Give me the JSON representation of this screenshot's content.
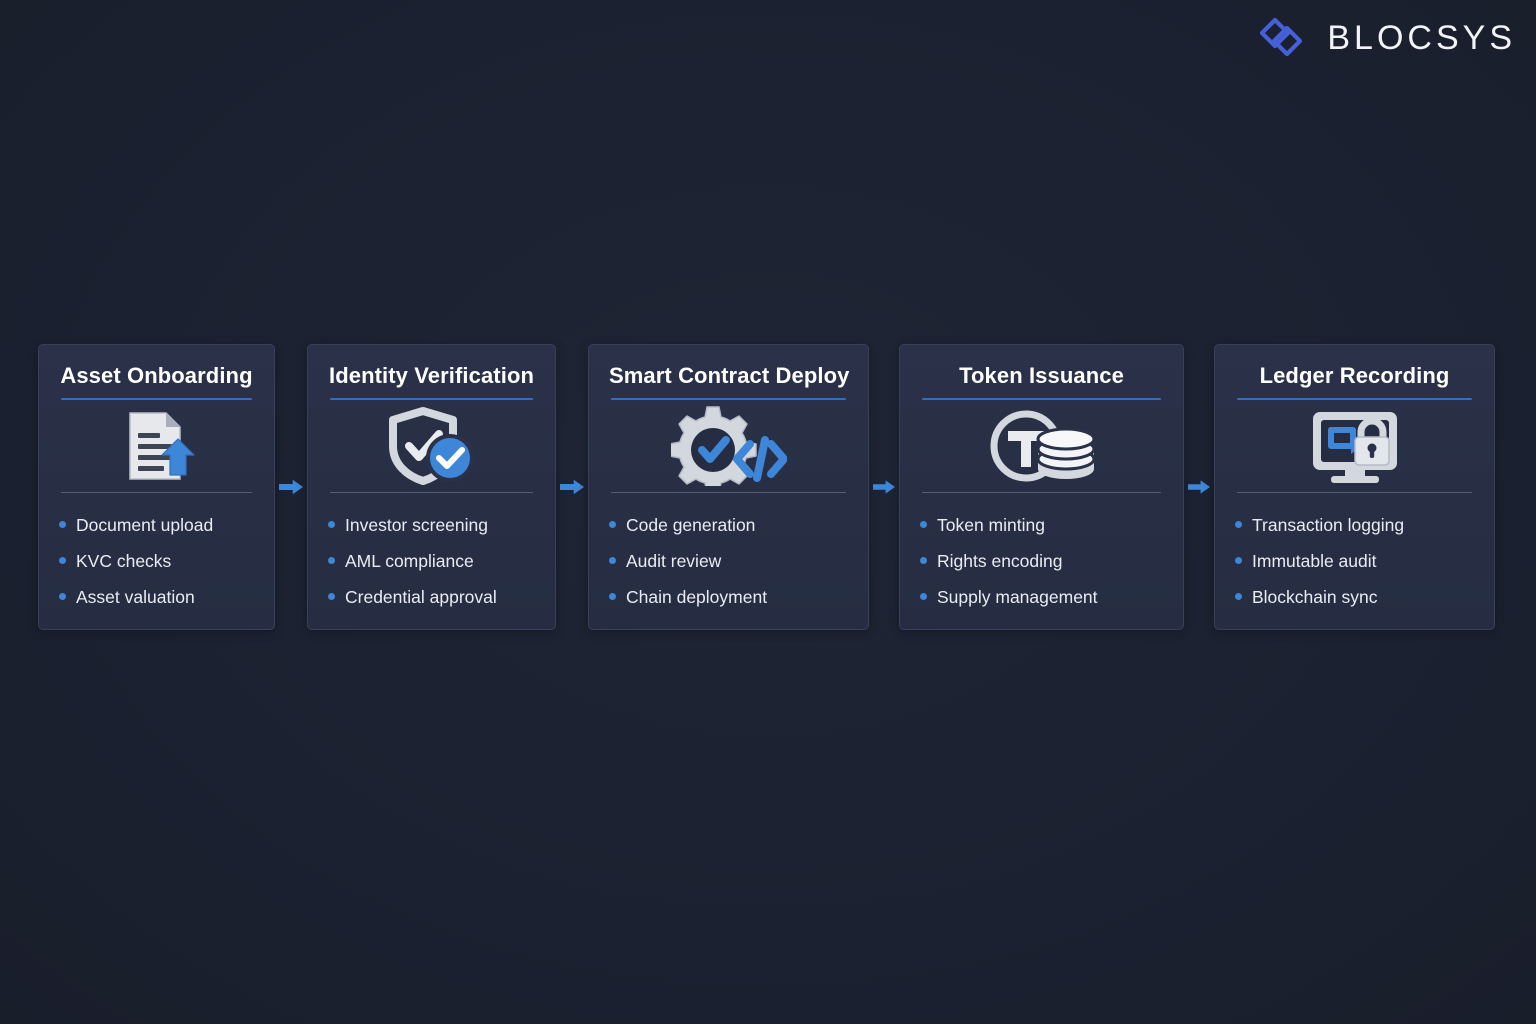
{
  "brand": {
    "name": "BLOCSYS",
    "logo_icon": "overlapping-diamonds-logo",
    "logo_color": "#4560d8",
    "name_color": "#f2f4f8"
  },
  "theme": {
    "background": "#1b2130",
    "card_background": "#2a3148",
    "card_border": "#39405a",
    "accent_blue": "#2f6fbe",
    "arrow_blue": "#3d86d8",
    "bullet_blue": "#3d86d8",
    "title_color": "#ffffff",
    "text_color": "#e9ecf3",
    "divider_color": "#555d75"
  },
  "flow": {
    "connector_icon": "right-arrow-icon",
    "connectors": [
      "right-arrow-icon",
      "right-arrow-icon",
      "right-arrow-icon",
      "right-arrow-icon"
    ],
    "steps": [
      {
        "title": "Asset Onboarding",
        "icon": "document-upload-icon",
        "items": [
          "Document upload",
          "KVC checks",
          "Asset valuation"
        ]
      },
      {
        "title": "Identity Verification",
        "icon": "shield-check-icon",
        "items": [
          "Investor screening",
          "AML compliance",
          "Credential approval"
        ]
      },
      {
        "title": "Smart Contract Deploy",
        "icon": "gear-code-icon",
        "items": [
          "Code generation",
          "Audit review",
          "Chain deployment"
        ]
      },
      {
        "title": "Token Issuance",
        "icon": "token-coins-icon",
        "items": [
          "Token minting",
          "Rights encoding",
          "Supply management"
        ]
      },
      {
        "title": "Ledger Recording",
        "icon": "monitor-lock-icon",
        "items": [
          "Transaction logging",
          "Immutable audit",
          "Blockchain sync"
        ]
      }
    ]
  }
}
